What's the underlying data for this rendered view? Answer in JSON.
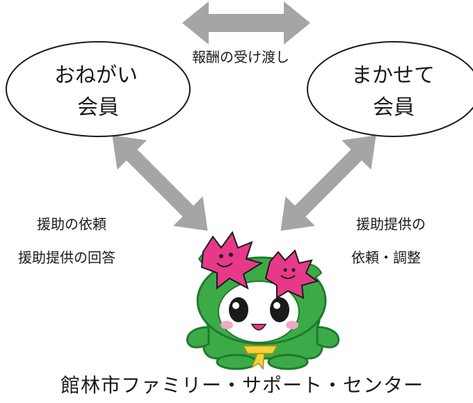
{
  "diagram": {
    "nodes": {
      "onegai": {
        "line1": "おねがい",
        "line2": "会員"
      },
      "makasete": {
        "line1": "まかせて",
        "line2": "会員"
      }
    },
    "edges": {
      "top": {
        "label": "報酬の受け渡し"
      },
      "left": {
        "line1": "援助の依頼",
        "line2": "援助提供の回答"
      },
      "right": {
        "line1": "援助提供の",
        "line2": "依頼・調整"
      }
    },
    "footer": {
      "title": "館林市ファミリー・サポート・センター"
    },
    "colors": {
      "arrow": "#a5a5a5",
      "ellipse_stroke": "#1a1a1a",
      "mascot_green": "#3daa48",
      "mascot_dark_green": "#1f7a2d",
      "mascot_pink": "#e8388a",
      "mascot_yellow": "#f3d23a"
    },
    "mascot": {
      "icon": "mascot-character"
    }
  }
}
